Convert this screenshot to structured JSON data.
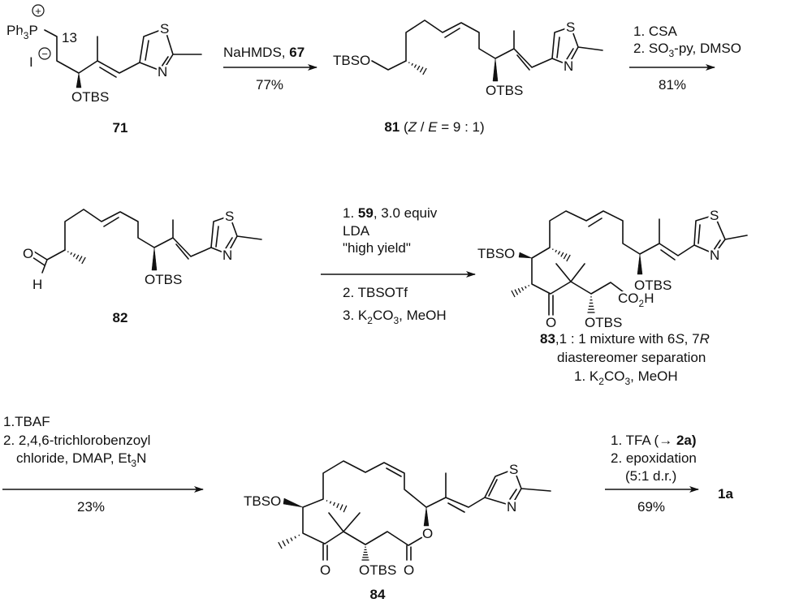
{
  "compounds": {
    "c71": {
      "label": "71",
      "ph3p": "Ph",
      "ph3p_sub": "3",
      "ph3p_p": "P",
      "plus": "+",
      "iodide": "I",
      "minus": "−",
      "locant": "13",
      "otbs": "OTBS",
      "s": "S",
      "n": "N"
    },
    "c81": {
      "label": "81",
      "ratio_pre": " (",
      "z": "Z",
      "slash": " / ",
      "e": "E",
      "ratio_post": " = 9 : 1)",
      "tbso": "TBSO",
      "otbs": "OTBS",
      "s": "S",
      "n": "N"
    },
    "c82": {
      "label": "82",
      "o": "O",
      "h": "H"
    },
    "c83": {
      "label": "83",
      "note1": ",1 : 1 mixture with 6",
      "s_conf": "S",
      "note_mid": ", 7",
      "r_conf": "R",
      "note2": "diastereomer separation",
      "note3_pre": "1. K",
      "note3_sub1": "2",
      "note3_mid": "CO",
      "note3_sub2": "3",
      "note3_post": ", MeOH",
      "tbso": "TBSO",
      "otbs_side": "OTBS",
      "otbs_bottom": "OTBS",
      "ketone_o": "O",
      "co2h_pre": "CO",
      "co2h_sub": "2",
      "co2h_post": "H",
      "s": "S",
      "n": "N"
    },
    "c84": {
      "label": "84",
      "tbso": "TBSO",
      "otbs": "OTBS",
      "ester_o": "O",
      "carbonyl_o": "O",
      "ketone_o": "O",
      "s": "S",
      "n": "N"
    },
    "c1a": {
      "label": "1a"
    }
  },
  "steps": {
    "s1": {
      "reagent_pre": "NaHMDS, ",
      "reagent_bold": "67",
      "yield": "77%"
    },
    "s2": {
      "line1": "1. CSA",
      "line2_pre": "2. SO",
      "line2_sub": "3",
      "line2_post": "-py, DMSO",
      "yield": "81%"
    },
    "s3": {
      "line1_pre": "1. ",
      "line1_bold": "59",
      "line1_post": ", 3.0 equiv",
      "line2": "LDA",
      "line3": "\"high yield\"",
      "line4": "2. TBSOTf",
      "line5_pre": "3. K",
      "line5_sub1": "2",
      "line5_mid": "CO",
      "line5_sub2": "3",
      "line5_post": ", MeOH"
    },
    "s4": {
      "line1": "1.TBAF",
      "line2": "2. 2,4,6-trichlorobenzoyl",
      "line3_pre": "chloride, DMAP, Et",
      "line3_sub": "3",
      "line3_post": "N",
      "yield": "23%"
    },
    "s5": {
      "line1_pre": "1. TFA  (",
      "line1_arrow": "→ ",
      "line1_bold": "2a)",
      "line2": "2. epoxidation",
      "line3": "(5:1 d.r.)",
      "yield": "69%"
    }
  }
}
